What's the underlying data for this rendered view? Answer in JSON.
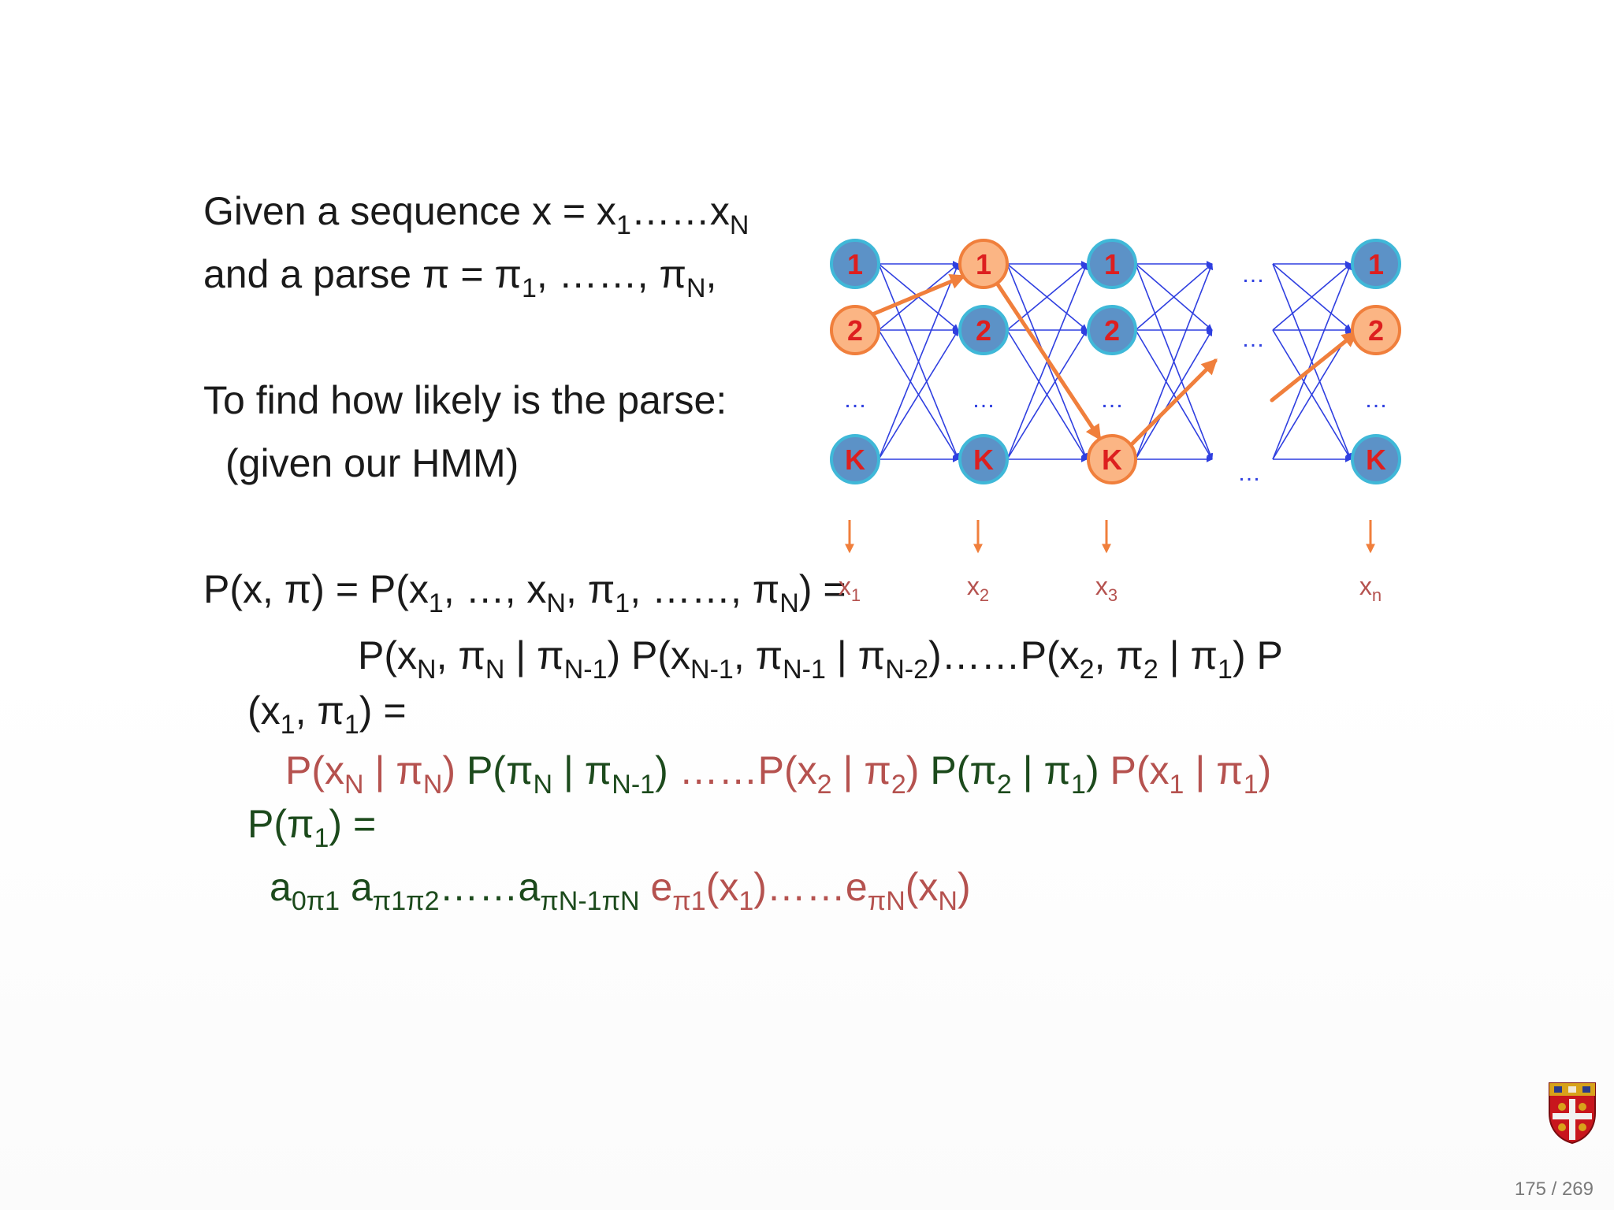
{
  "text": {
    "line1": {
      "pre": "Given a sequence x = x",
      "s1": "1",
      "mid": "……x",
      "s2": "N"
    },
    "line2": {
      "pre": "and a parse π = π",
      "s1": "1",
      "mid": ", ……, π",
      "s2": "N",
      "post": ","
    },
    "line3": "To find how likely is the parse:",
    "line4": "(given our HMM)",
    "eq1": {
      "a": "P(x, π) = P(x",
      "s1": "1",
      "b": ", …, x",
      "s2": "N",
      "c": ", π",
      "s3": "1",
      "d": ", ……, π",
      "s4": "N",
      "e": ") ="
    },
    "eq2": {
      "a": "P(x",
      "s1": "N",
      "b": ", π",
      "s2": "N",
      "c": " | π",
      "s3": "N-1",
      "d": ") P(x",
      "s4": "N-1",
      "e": ", π",
      "s5": "N-1",
      "f": " | π",
      "s6": "N-2",
      "g": ")……P(x",
      "s7": "2",
      "h": ", π",
      "s8": "2",
      "i": " | π",
      "s9": "1",
      "j": ") P"
    },
    "eq3": {
      "a": "(x",
      "s1": "1",
      "b": ", π",
      "s2": "1",
      "c": ") ="
    },
    "eq4": {
      "a": "P(x",
      "s1": "N",
      "b": " | π",
      "s2": "N",
      "c": ")",
      "d": " P(π",
      "s3": "N",
      "e": " | π",
      "s4": "N-1",
      "f": ")",
      "g": " ……P(x",
      "s5": "2",
      "h": " | π",
      "s6": "2",
      "i": ")",
      "j": " P(π",
      "s7": "2",
      "k": " | π",
      "s8": "1",
      "l": ")",
      "m": " P(x",
      "s9": "1",
      "n": " | π",
      "s10": "1",
      "o": ")"
    },
    "eq5": {
      "a": "P(π",
      "s1": "1",
      "b": ") ="
    },
    "eq6": {
      "a": "a",
      "s1": "0π1",
      "b": " a",
      "s2": "π1π2",
      "c": "……a",
      "s3": "πN-1πN",
      "d": " e",
      "s4": "π1",
      "e": "(x",
      "s5": "1",
      "f": ")……e",
      "s6": "πN",
      "g": "(x",
      "s7": "N",
      "h": ")"
    }
  },
  "diagram": {
    "state_labels": [
      "1",
      "2",
      "…",
      "K"
    ],
    "gap_dots": "…",
    "column_count_visible": 4,
    "path": [
      "2",
      "1",
      "K",
      "2"
    ],
    "outputs": [
      {
        "x": "x",
        "sub": "1"
      },
      {
        "x": "x",
        "sub": "2"
      },
      {
        "x": "x",
        "sub": "3"
      },
      {
        "x": "x",
        "sub": "n"
      }
    ]
  },
  "colors": {
    "node_fill": "#5c92c7",
    "node_ring": "#3fb8d8",
    "path_fill": "#fbb584",
    "path_ring": "#f07f3c",
    "node_text": "#dd1f1f",
    "edge": "#2f3fe0",
    "path_arrow": "#f07f3c",
    "emission_text": "#b5524f",
    "green_text": "#1c4a1c"
  },
  "page": "175 / 269"
}
